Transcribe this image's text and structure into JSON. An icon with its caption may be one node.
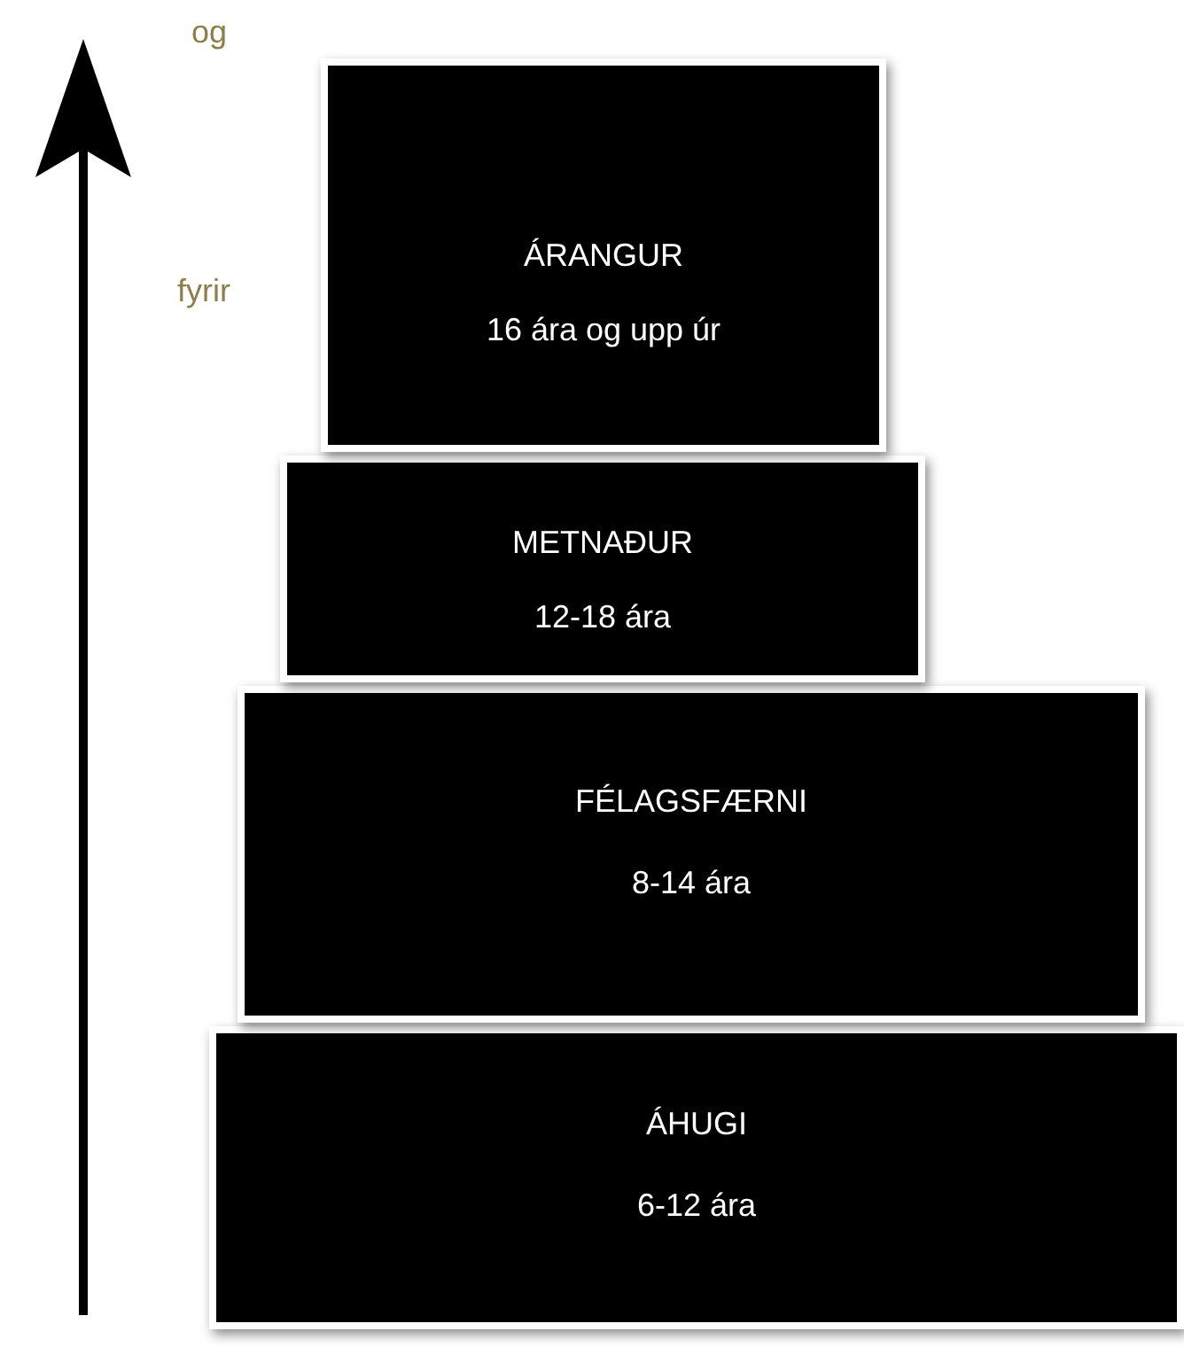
{
  "diagram": {
    "nodes": [
      {
        "text": [
          "ÁRANGUR",
          "16 ára og upp úr"
        ]
      },
      {
        "text": [
          "METNAÐUR",
          "12-18 ára"
        ]
      },
      {
        "text": [
          "FÉLAGSFÆRNI",
          "8-14 ára"
        ]
      },
      {
        "text": [
          "ÁHUGI",
          "6-12 ára"
        ]
      }
    ],
    "labels": [
      "og",
      "fyrir"
    ]
  }
}
